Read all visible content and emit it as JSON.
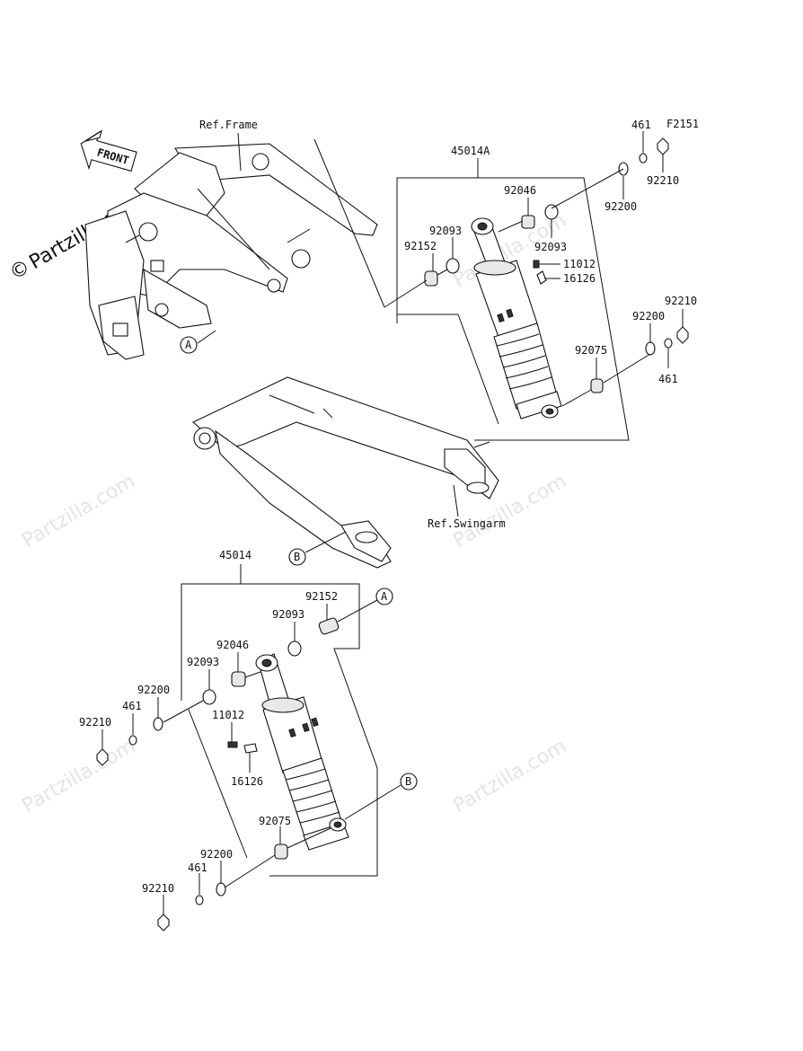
{
  "diagram": {
    "figure_code": "F2151",
    "watermark": "Partzilla.com",
    "copyright_symbol": "©",
    "front_label": "FRONT",
    "refs": {
      "frame": "Ref.Frame",
      "swingarm": "Ref.Swingarm"
    },
    "callouts": {
      "A": "A",
      "B": "B"
    },
    "assembly_upper": "45014A",
    "assembly_lower": "45014",
    "labels_upper": {
      "p461": "461",
      "p92210a": "92210",
      "p92200a": "92200",
      "p92046": "92046",
      "p92093a": "92093",
      "p92093b": "92093",
      "p92152": "92152",
      "p11012": "11012",
      "p16126": "16126",
      "p92210b": "92210",
      "p92200b": "92200",
      "p92075": "92075",
      "p461b": "461"
    },
    "labels_lower": {
      "p92152": "92152",
      "p92093a": "92093",
      "p92046": "92046",
      "p92093b": "92093",
      "p92200a": "92200",
      "p461a": "461",
      "p92210a": "92210",
      "p11012": "11012",
      "p16126": "16126",
      "p92075": "92075",
      "p92200b": "92200",
      "p461b": "461",
      "p92210b": "92210"
    }
  }
}
